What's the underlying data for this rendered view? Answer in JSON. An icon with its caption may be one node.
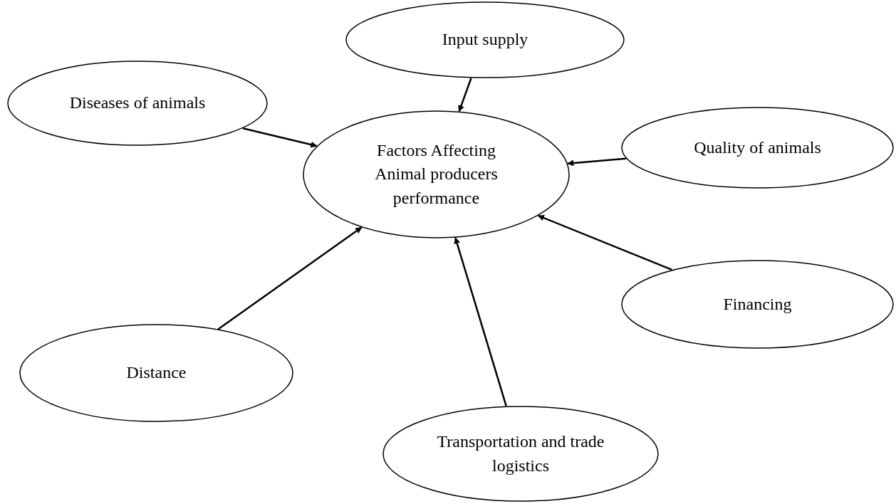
{
  "diagram": {
    "nodes": [
      {
        "text": [
          "Factors Affecting Animal producers performance"
        ]
      },
      {
        "text": [
          "Input supply"
        ]
      },
      {
        "text": [
          "Diseases of animals"
        ]
      },
      {
        "text": [
          "Quality of animals"
        ]
      },
      {
        "text": [
          "Financing"
        ]
      },
      {
        "text": [
          "Distance"
        ]
      },
      {
        "text": [
          "Transportation and trade logistics"
        ]
      }
    ],
    "edges": [
      {
        "from": 1,
        "to": 0,
        "arrow": "to"
      },
      {
        "from": 2,
        "to": 0,
        "arrow": "to"
      },
      {
        "from": 3,
        "to": 0,
        "arrow": "to"
      },
      {
        "from": 4,
        "to": 0,
        "arrow": "to"
      },
      {
        "from": 5,
        "to": 0,
        "arrow": "to"
      },
      {
        "from": 6,
        "to": 0,
        "arrow": "to"
      }
    ]
  }
}
